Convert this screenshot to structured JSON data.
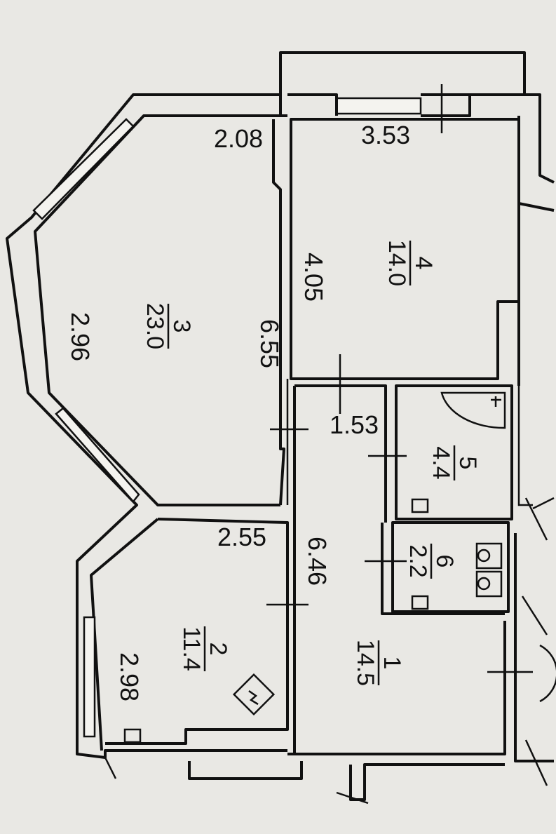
{
  "rooms": [
    {
      "number": "1",
      "area": "14.5"
    },
    {
      "number": "2",
      "area": "11.4"
    },
    {
      "number": "3",
      "area": "23.0"
    },
    {
      "number": "4",
      "area": "14.0"
    },
    {
      "number": "5",
      "area": "4.4"
    },
    {
      "number": "6",
      "area": "2.2"
    }
  ],
  "dimensions": {
    "d_208": "2.08",
    "d_353": "3.53",
    "d_296": "2.96",
    "d_655": "6.55",
    "d_405": "4.05",
    "d_153": "1.53",
    "d_255": "2.55",
    "d_646": "6.46",
    "d_298": "2.98"
  },
  "colors": {
    "paper": "#e9e8e4",
    "ink": "#111111"
  }
}
